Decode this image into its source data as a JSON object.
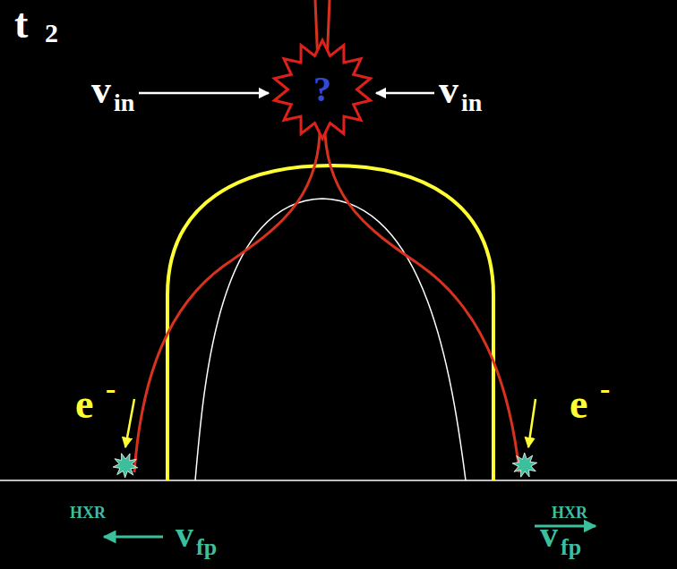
{
  "diagram": {
    "nodes": [
      {
        "text": [
          "?"
        ]
      }
    ],
    "labels": [
      "t",
      "2",
      "v",
      "in",
      "v",
      "in",
      "e",
      "-",
      "e",
      "-",
      "HXR",
      "HXR",
      "v",
      "fp",
      "v",
      "fp"
    ]
  }
}
